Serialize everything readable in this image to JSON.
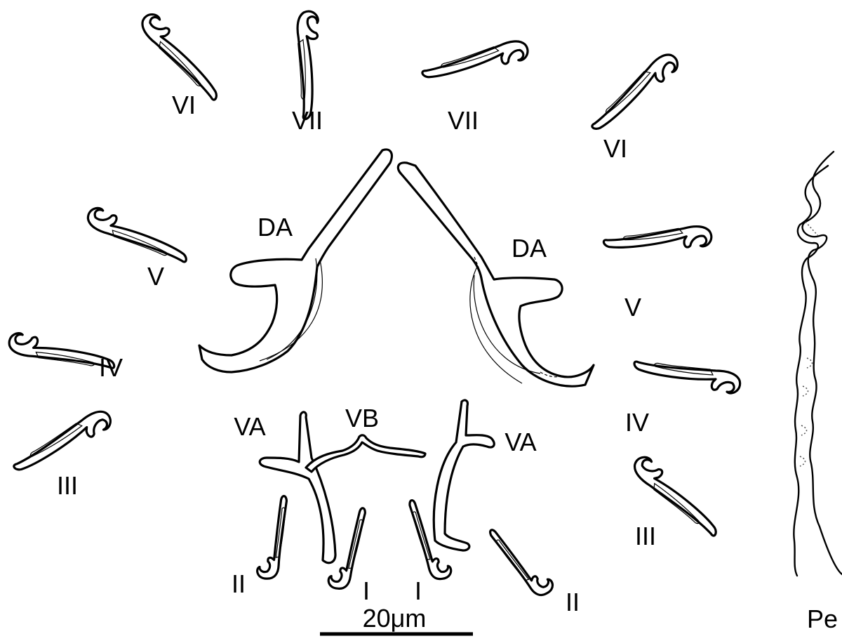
{
  "labels": {
    "vi_left": "VI",
    "vii_left": "VII",
    "vii_right": "VII",
    "vi_right": "VI",
    "v_left": "V",
    "v_right": "V",
    "iv_left": "IV",
    "iv_right": "IV",
    "iii_left": "III",
    "iii_right": "III",
    "da_left": "DA",
    "da_right": "DA",
    "va_left": "VA",
    "va_right": "VA",
    "vb": "VB",
    "ii_left": "II",
    "ii_right": "II",
    "i_left": "I",
    "i_right": "I",
    "pe": "Pe"
  },
  "scale_bar": {
    "label": "20μm"
  }
}
